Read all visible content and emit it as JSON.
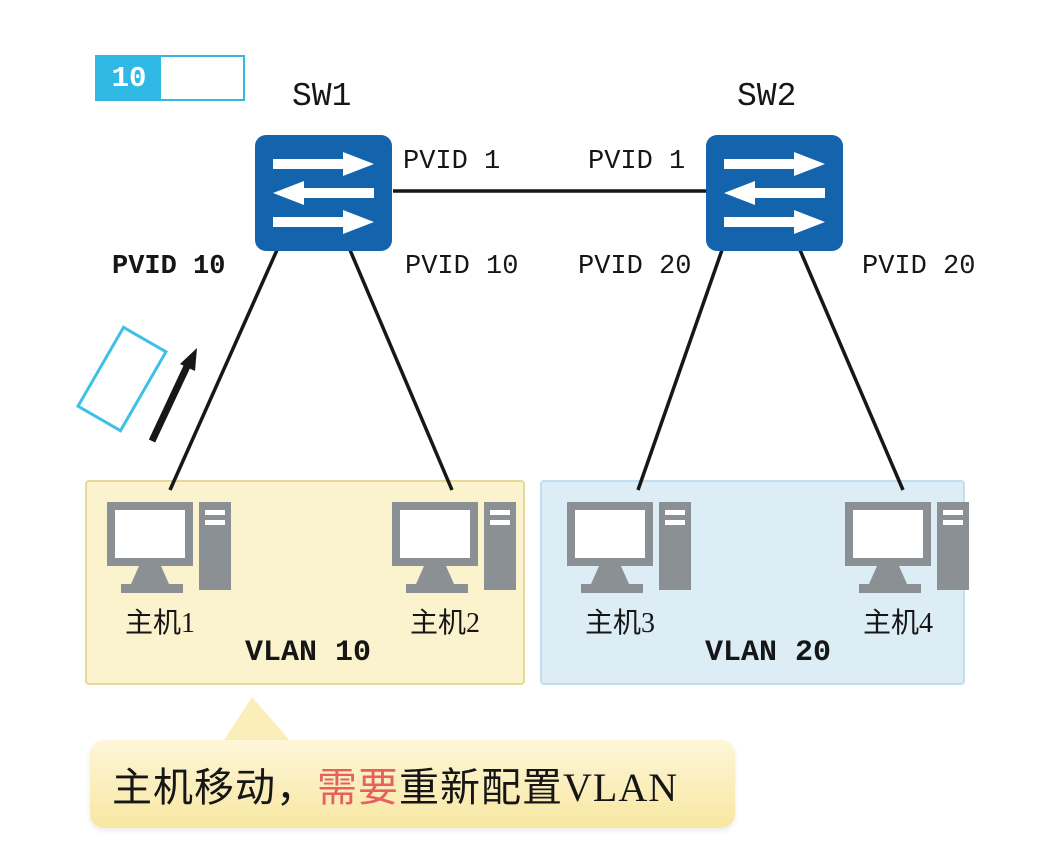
{
  "legend_frame": {
    "tag_value": "10"
  },
  "switches": [
    {
      "name": "SW1"
    },
    {
      "name": "SW2"
    }
  ],
  "port_labels": {
    "sw1_uplink": "PVID 1",
    "sw2_uplink": "PVID 1",
    "sw1_port_left": "PVID 10",
    "sw1_port_right": "PVID 10",
    "sw2_port_left": "PVID 20",
    "sw2_port_right": "PVID 20"
  },
  "hosts": [
    {
      "label": "主机1"
    },
    {
      "label": "主机2"
    },
    {
      "label": "主机3"
    },
    {
      "label": "主机4"
    }
  ],
  "vlan_zones": [
    {
      "label": "VLAN 10",
      "fill": "#faf3cd",
      "border": "#e7d897"
    },
    {
      "label": "VLAN 20",
      "fill": "#dcedf6",
      "border": "#c2ddee"
    }
  ],
  "callout": {
    "text_before": "主机移动，",
    "text_highlight": "需要",
    "text_after": "重新配置VLAN"
  },
  "colors": {
    "switch_blue": "#1464ad",
    "frame_cyan": "#2fb9e4",
    "line_black": "#171717",
    "highlight_red": "#e66060",
    "pc_gray": "#8b9095"
  }
}
